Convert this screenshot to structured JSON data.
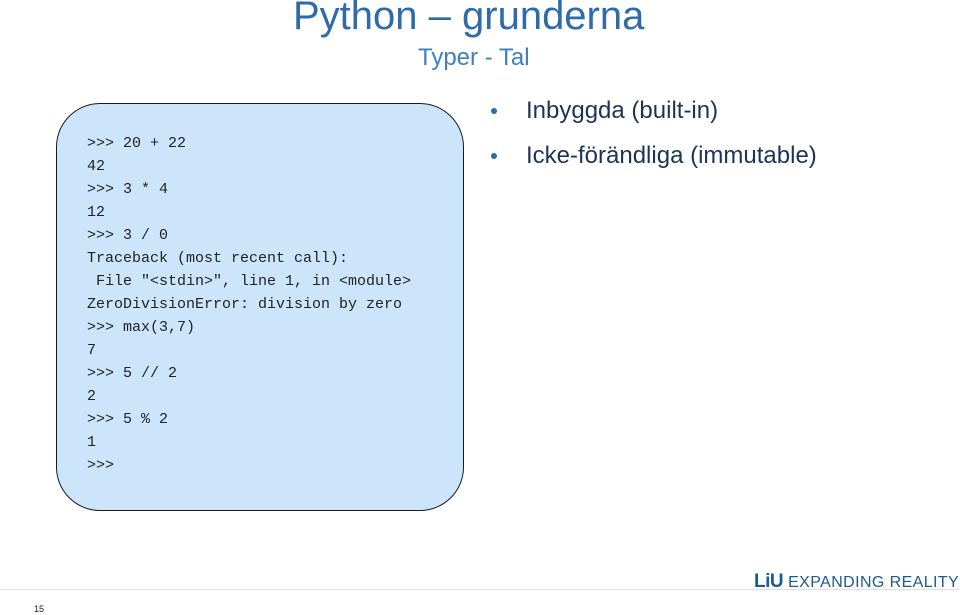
{
  "slide": {
    "title": "Python – grunderna",
    "subtitle": "Typer - Tal",
    "page_number": "15"
  },
  "code_box": {
    "lines": [
      ">>> 20 + 22",
      "42",
      ">>> 3 * 4",
      "12",
      ">>> 3 / 0",
      "Traceback (most recent call):",
      " File \"<stdin>\", line 1, in <module>",
      "ZeroDivisionError: division by zero",
      ">>> max(3,7)",
      "7",
      ">>> 5 // 2",
      "2",
      ">>> 5 % 2",
      "1",
      ">>>"
    ]
  },
  "bullets": [
    "Inbyggda (built-in)",
    "Icke-förändliga (immutable)"
  ],
  "logo": {
    "mark": "LiU",
    "tagline": "EXPANDING REALITY"
  },
  "colors": {
    "title": "#2e6ba8",
    "code_background": "#cce5fb",
    "bullet_text": "#1e3456",
    "logo": "#1e5a8e"
  }
}
